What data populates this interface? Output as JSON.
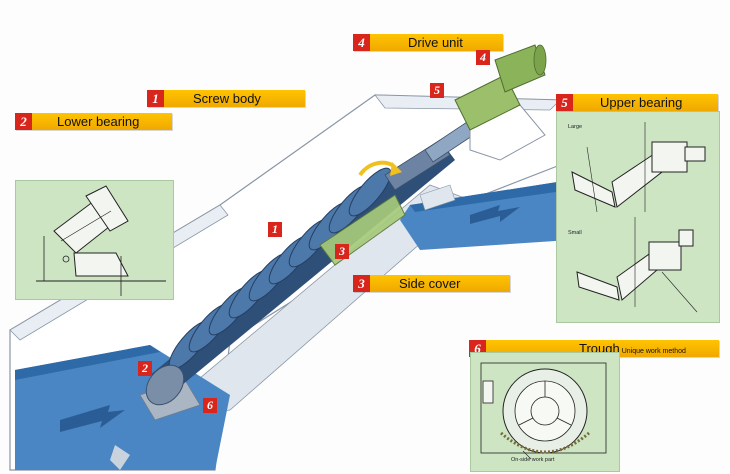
{
  "labels": {
    "screw_body": {
      "num": "1",
      "text": "Screw body"
    },
    "lower_bearing": {
      "num": "2",
      "text": "Lower bearing"
    },
    "side_cover": {
      "num": "3",
      "text": "Side cover"
    },
    "drive_unit": {
      "num": "4",
      "text": "Drive unit"
    },
    "upper_bearing": {
      "num": "5",
      "text": "Upper bearing"
    },
    "trough": {
      "num": "6",
      "text": "Trough",
      "sub": "Unique work method"
    }
  },
  "callouts": {
    "c1": "1",
    "c2": "2",
    "c3": "3",
    "c4": "4",
    "c5": "5",
    "c6": "6"
  },
  "upper_bearing_inset": {
    "large": "Large",
    "small": "Small"
  },
  "trough_inset": {
    "caption": "On-side work part"
  },
  "colors": {
    "label_bar": "#ffc400",
    "number_box": "#d9261c",
    "inset_bg": "#cde5c3",
    "water": "#4a86c4",
    "screw": "#3a5f8f",
    "drive": "#9bbf6a"
  }
}
